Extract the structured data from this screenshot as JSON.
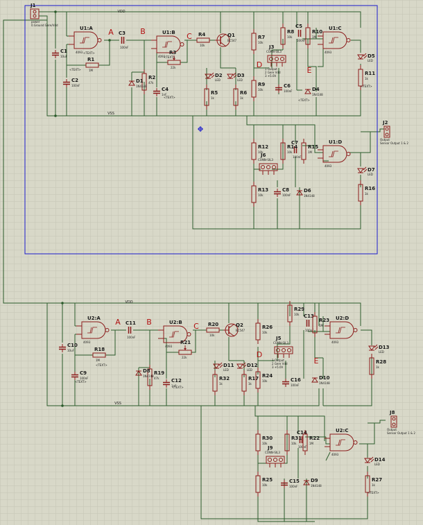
{
  "colors": {
    "background": "#d8d8c8",
    "grid": "#c4c4b4",
    "wire": "#2a5a2a",
    "component": "#8b1a1a",
    "selection": "#1a1acc",
    "text": "#1a1a1a"
  },
  "net_labels": {
    "vdd": "VDD",
    "vss": "VSS",
    "A": "A",
    "B": "B",
    "C": "C",
    "D": "D",
    "E": "E"
  },
  "connectors": {
    "j1": {
      "ref": "J1",
      "desc1": "power",
      "desc2": "0.Ground Gere/Vdd"
    },
    "j2": {
      "ref": "J2",
      "desc1": "Output",
      "desc2": "Sensor Output 1 & 2"
    },
    "j3": {
      "ref": "J3",
      "desc1": "CONN-SIL3",
      "note1": "1 Output",
      "note2": "2 Gere Vdd",
      "note3": "3 +5.0V"
    },
    "j5": {
      "ref": "J5",
      "desc1": "CONN-SIL3",
      "note1": "1 Output",
      "note2": "2 Gere Vdd",
      "note3": "3 +5.0V"
    },
    "j6": {
      "ref": "J6",
      "desc1": "CONN-SIL3"
    },
    "j8": {
      "ref": "J8",
      "desc1": "Output",
      "desc2": "Sensor Output 1 & 2"
    },
    "j9": {
      "ref": "J9",
      "desc1": "CONN-SIL3"
    }
  },
  "gates": {
    "u1a": {
      "ref": "U1:A",
      "part": "4093"
    },
    "u1b": {
      "ref": "U1:B",
      "part": "4093"
    },
    "u1c": {
      "ref": "U1:C",
      "part": "4093"
    },
    "u1d": {
      "ref": "U1:D",
      "part": "4093"
    },
    "u2a": {
      "ref": "U2:A",
      "part": "4093"
    },
    "u2b": {
      "ref": "U2:B",
      "part": "4093"
    },
    "u2c": {
      "ref": "U2:C",
      "part": "4093"
    },
    "u2d": {
      "ref": "U2:D",
      "part": "4093"
    }
  },
  "transistors": {
    "q1": {
      "ref": "Q1",
      "part": "BC547"
    },
    "q2": {
      "ref": "Q2",
      "part": "BC547"
    }
  },
  "resistors": {
    "r1": {
      "ref": "R1",
      "value": "1M"
    },
    "r2": {
      "ref": "R2",
      "value": "47k"
    },
    "r3": {
      "ref": "R3",
      "value": "22k"
    },
    "r4": {
      "ref": "R4",
      "value": "10k"
    },
    "r5": {
      "ref": "R5",
      "value": "1k"
    },
    "r6": {
      "ref": "R6",
      "value": "1k"
    },
    "r7": {
      "ref": "R7",
      "value": "10k"
    },
    "r8": {
      "ref": "R8",
      "value": "10k"
    },
    "r9": {
      "ref": "R9",
      "value": "10k"
    },
    "r10": {
      "ref": "R10",
      "value": "1M"
    },
    "r11": {
      "ref": "R11",
      "value": "1k"
    },
    "r12": {
      "ref": "R12",
      "value": "10k"
    },
    "r13": {
      "ref": "R13",
      "value": "10k"
    },
    "r14": {
      "ref": "R14",
      "value": "10k"
    },
    "r15": {
      "ref": "R15",
      "value": "1M"
    },
    "r16": {
      "ref": "R16",
      "value": "1k"
    },
    "r17": {
      "ref": "R17",
      "value": "1k"
    },
    "r18": {
      "ref": "R18",
      "value": "1M"
    },
    "r19": {
      "ref": "R19",
      "value": "47k"
    },
    "r20": {
      "ref": "R20",
      "value": "10k"
    },
    "r21": {
      "ref": "R21",
      "value": "22k"
    },
    "r22": {
      "ref": "R22",
      "value": "1M"
    },
    "r23": {
      "ref": "R23",
      "value": "1M"
    },
    "r24": {
      "ref": "R24",
      "value": "10k"
    },
    "r25": {
      "ref": "R25",
      "value": "10k"
    },
    "r26": {
      "ref": "R26",
      "value": "10k"
    },
    "r27": {
      "ref": "R27",
      "value": "1k"
    },
    "r28": {
      "ref": "R28",
      "value": "1k"
    },
    "r29": {
      "ref": "R29",
      "value": "10k"
    },
    "r30": {
      "ref": "R30",
      "value": "10k"
    },
    "r31": {
      "ref": "R31",
      "value": "10k"
    },
    "r32": {
      "ref": "R32",
      "value": "1k"
    }
  },
  "capacitors": {
    "c1": {
      "ref": "C1",
      "value": "10uF"
    },
    "c2": {
      "ref": "C2",
      "value": "100nF"
    },
    "c3": {
      "ref": "C3",
      "value": "100nF"
    },
    "c4": {
      "ref": "C4",
      "value": "1nF"
    },
    "c5": {
      "ref": "C5",
      "value": "100nF"
    },
    "c6": {
      "ref": "C6",
      "value": "100nF"
    },
    "c7": {
      "ref": "C7",
      "value": "100nF"
    },
    "c8": {
      "ref": "C8",
      "value": "100nF"
    },
    "c9": {
      "ref": "C9",
      "value": "100nF"
    },
    "c10": {
      "ref": "C10",
      "value": "10uF"
    },
    "c11": {
      "ref": "C11",
      "value": "100nF"
    },
    "c12": {
      "ref": "C12",
      "value": "1nF"
    },
    "c13": {
      "ref": "C13",
      "value": "100nF"
    },
    "c14": {
      "ref": "C14",
      "value": "100nF"
    },
    "c15": {
      "ref": "C15",
      "value": "100nF"
    },
    "c16": {
      "ref": "C16",
      "value": "100nF"
    }
  },
  "diodes": {
    "d1": {
      "ref": "D1",
      "value": "1N4148"
    },
    "d2": {
      "ref": "D2",
      "value": "LED"
    },
    "d3": {
      "ref": "D3",
      "value": "LED"
    },
    "d4": {
      "ref": "D4",
      "value": "1N4148"
    },
    "d5": {
      "ref": "D5",
      "value": "LED"
    },
    "d6": {
      "ref": "D6",
      "value": "1N4148"
    },
    "d7": {
      "ref": "D7",
      "value": "LED"
    },
    "d8": {
      "ref": "D8",
      "value": "1N4148"
    },
    "d9": {
      "ref": "D9",
      "value": "1N4148"
    },
    "d10": {
      "ref": "D10",
      "value": "1N4148"
    },
    "d11": {
      "ref": "D11",
      "value": "LED"
    },
    "d12": {
      "ref": "D12",
      "value": "LED"
    },
    "d13": {
      "ref": "D13",
      "value": "LED"
    },
    "d14": {
      "ref": "D14",
      "value": "LED"
    }
  },
  "text_placeholder": "<TEXT>"
}
